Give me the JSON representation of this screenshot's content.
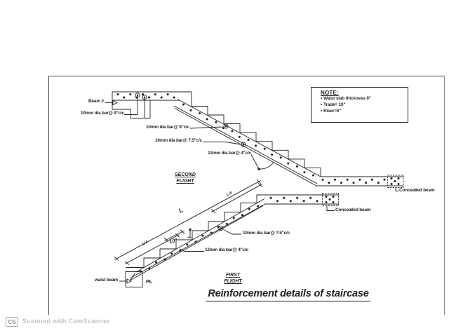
{
  "title": "Reinforcement details of staircase",
  "note": {
    "heading": "NOTE:",
    "bullet": "•",
    "items": [
      "Waist slab thickness 6\"",
      "Trade= 10\"",
      "Riser=6\""
    ]
  },
  "flights": {
    "second": [
      "SECOND",
      "FLIGHT"
    ],
    "first": [
      "FIRST",
      "FLIGHT"
    ]
  },
  "labels": {
    "beam2": "Beam 2",
    "bar9_top": "10mm dia bar@ 9\"c/c",
    "bar9_mid": "10mm dia bar@ 9\"c/c",
    "bar75_second": "10mm dia bar@ 7.5\"c/c",
    "bar4_second": "12mm dia bar@ 4\"c/c",
    "bar75_first": "10mm dia bar@ 7.5\"c/c",
    "bar4_first": "12mm dia bar@ 4\"c/c",
    "concealed_beam_upper": "Concealled beam",
    "concealed_beam_lower": "Concealled beam",
    "waist_beam": "waist beam",
    "pl": "PL",
    "dim_L": "L",
    "dim_L4_lower": "L/4",
    "dim_L4_upper": "L/4",
    "dim_tread": "10\""
  },
  "footer": {
    "logo": "CS",
    "text": "Scanned with CamScanner"
  },
  "colors": {
    "ink": "#1f1f1f",
    "frame": "#4a4a4a",
    "faded": "#c3c3c3"
  }
}
